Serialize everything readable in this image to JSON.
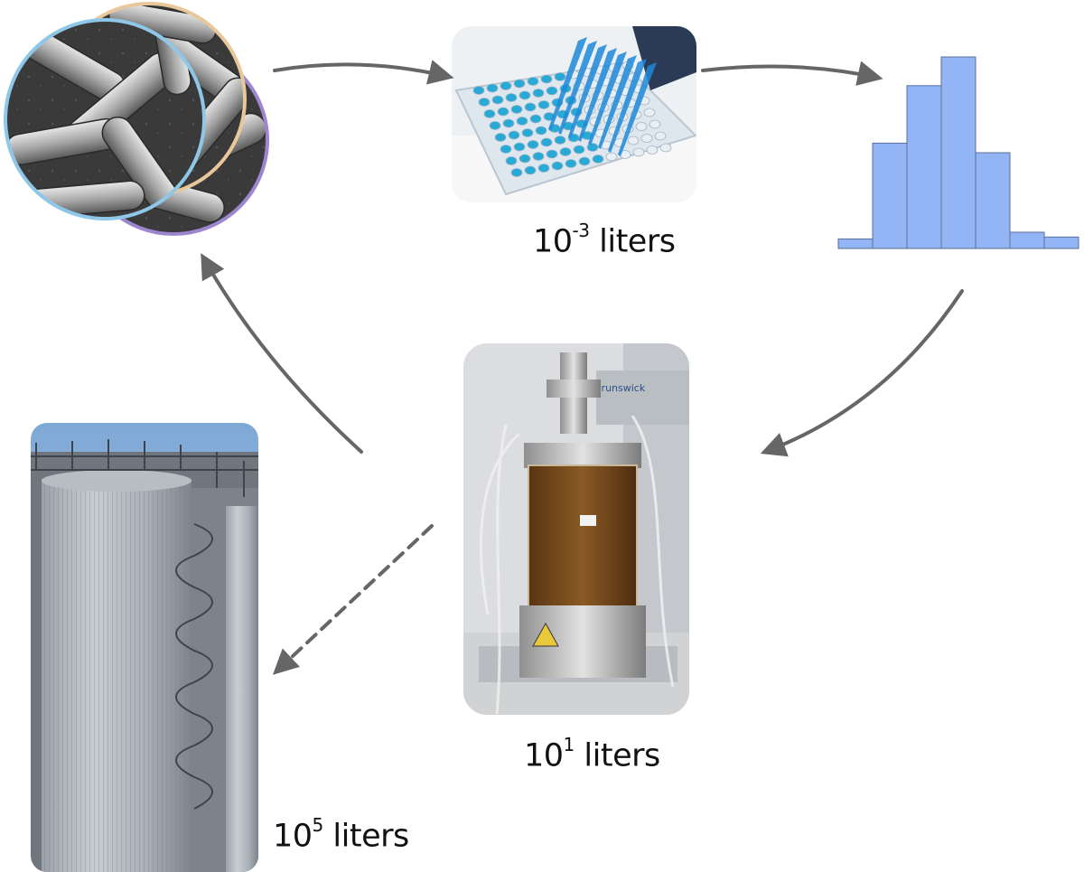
{
  "labels": {
    "plate": {
      "base": "10",
      "exp": "-3",
      "unit": " liters"
    },
    "bench": {
      "base": "10",
      "exp": "1",
      "unit": " liters"
    },
    "silo": {
      "base": "10",
      "exp": "5",
      "unit": " liters"
    }
  },
  "histogram": {
    "bar_color": "#93b4f5",
    "edge_color": "#5a6f99",
    "values": [
      1,
      11,
      17,
      20,
      10,
      1.7,
      1.2
    ]
  },
  "colors": {
    "arrow": "#666666",
    "circle_front": "#8ec7e8",
    "circle_middle": "#e8c89a",
    "circle_back": "#9d86cf",
    "liquid_blue": "#29a9d6",
    "broth": "#7a4a1c"
  }
}
